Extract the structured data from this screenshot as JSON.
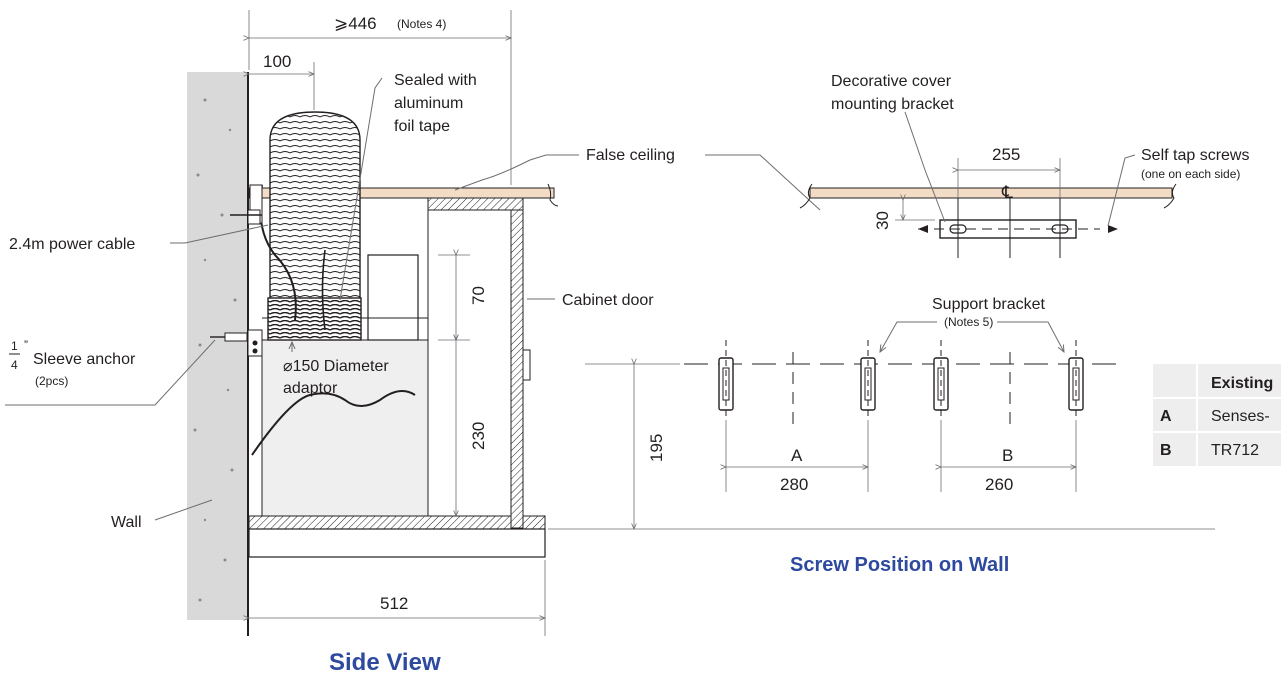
{
  "labels": {
    "width_min": "⩾446",
    "notes4": "(Notes 4)",
    "dim_100": "100",
    "sealed": [
      "Sealed with",
      "aluminum",
      "foil tape"
    ],
    "false_ceiling": "False ceiling",
    "power_cable": "2.4m power cable",
    "anchor_frac_num": "1",
    "anchor_frac_den": "4",
    "anchor_inch": "”",
    "sleeve_anchor": "Sleeve anchor",
    "anchor_qty": "(2pcs)",
    "adaptor": [
      "⌀150 Diameter",
      "adaptor"
    ],
    "cabinet_door": "Cabinet door",
    "dim_70": "70",
    "dim_230": "230",
    "dim_195": "195",
    "dim_512": "512",
    "wall": "Wall",
    "side_view": "Side View",
    "deco_cover": [
      "Decorative cover",
      "mounting bracket"
    ],
    "dim_255": "255",
    "centerline": "℄",
    "self_tap": "Self tap screws",
    "self_tap_sub": "(one on each side)",
    "dim_30": "30",
    "support_bracket": "Support bracket",
    "notes5": "(Notes 5)",
    "A": "A",
    "B": "B",
    "dim_280": "280",
    "dim_260": "260",
    "screw_position": "Screw Position on Wall"
  },
  "table": {
    "header": [
      "",
      "Existing"
    ],
    "rows": [
      [
        "A",
        "Senses-"
      ],
      [
        "B",
        "TR712"
      ]
    ]
  },
  "colors": {
    "title_blue": "#2e4a9e",
    "ceiling_tan": "#f3dcc5",
    "wall_gray": "#d9d9d9",
    "table_bg": "#eeeeee"
  }
}
